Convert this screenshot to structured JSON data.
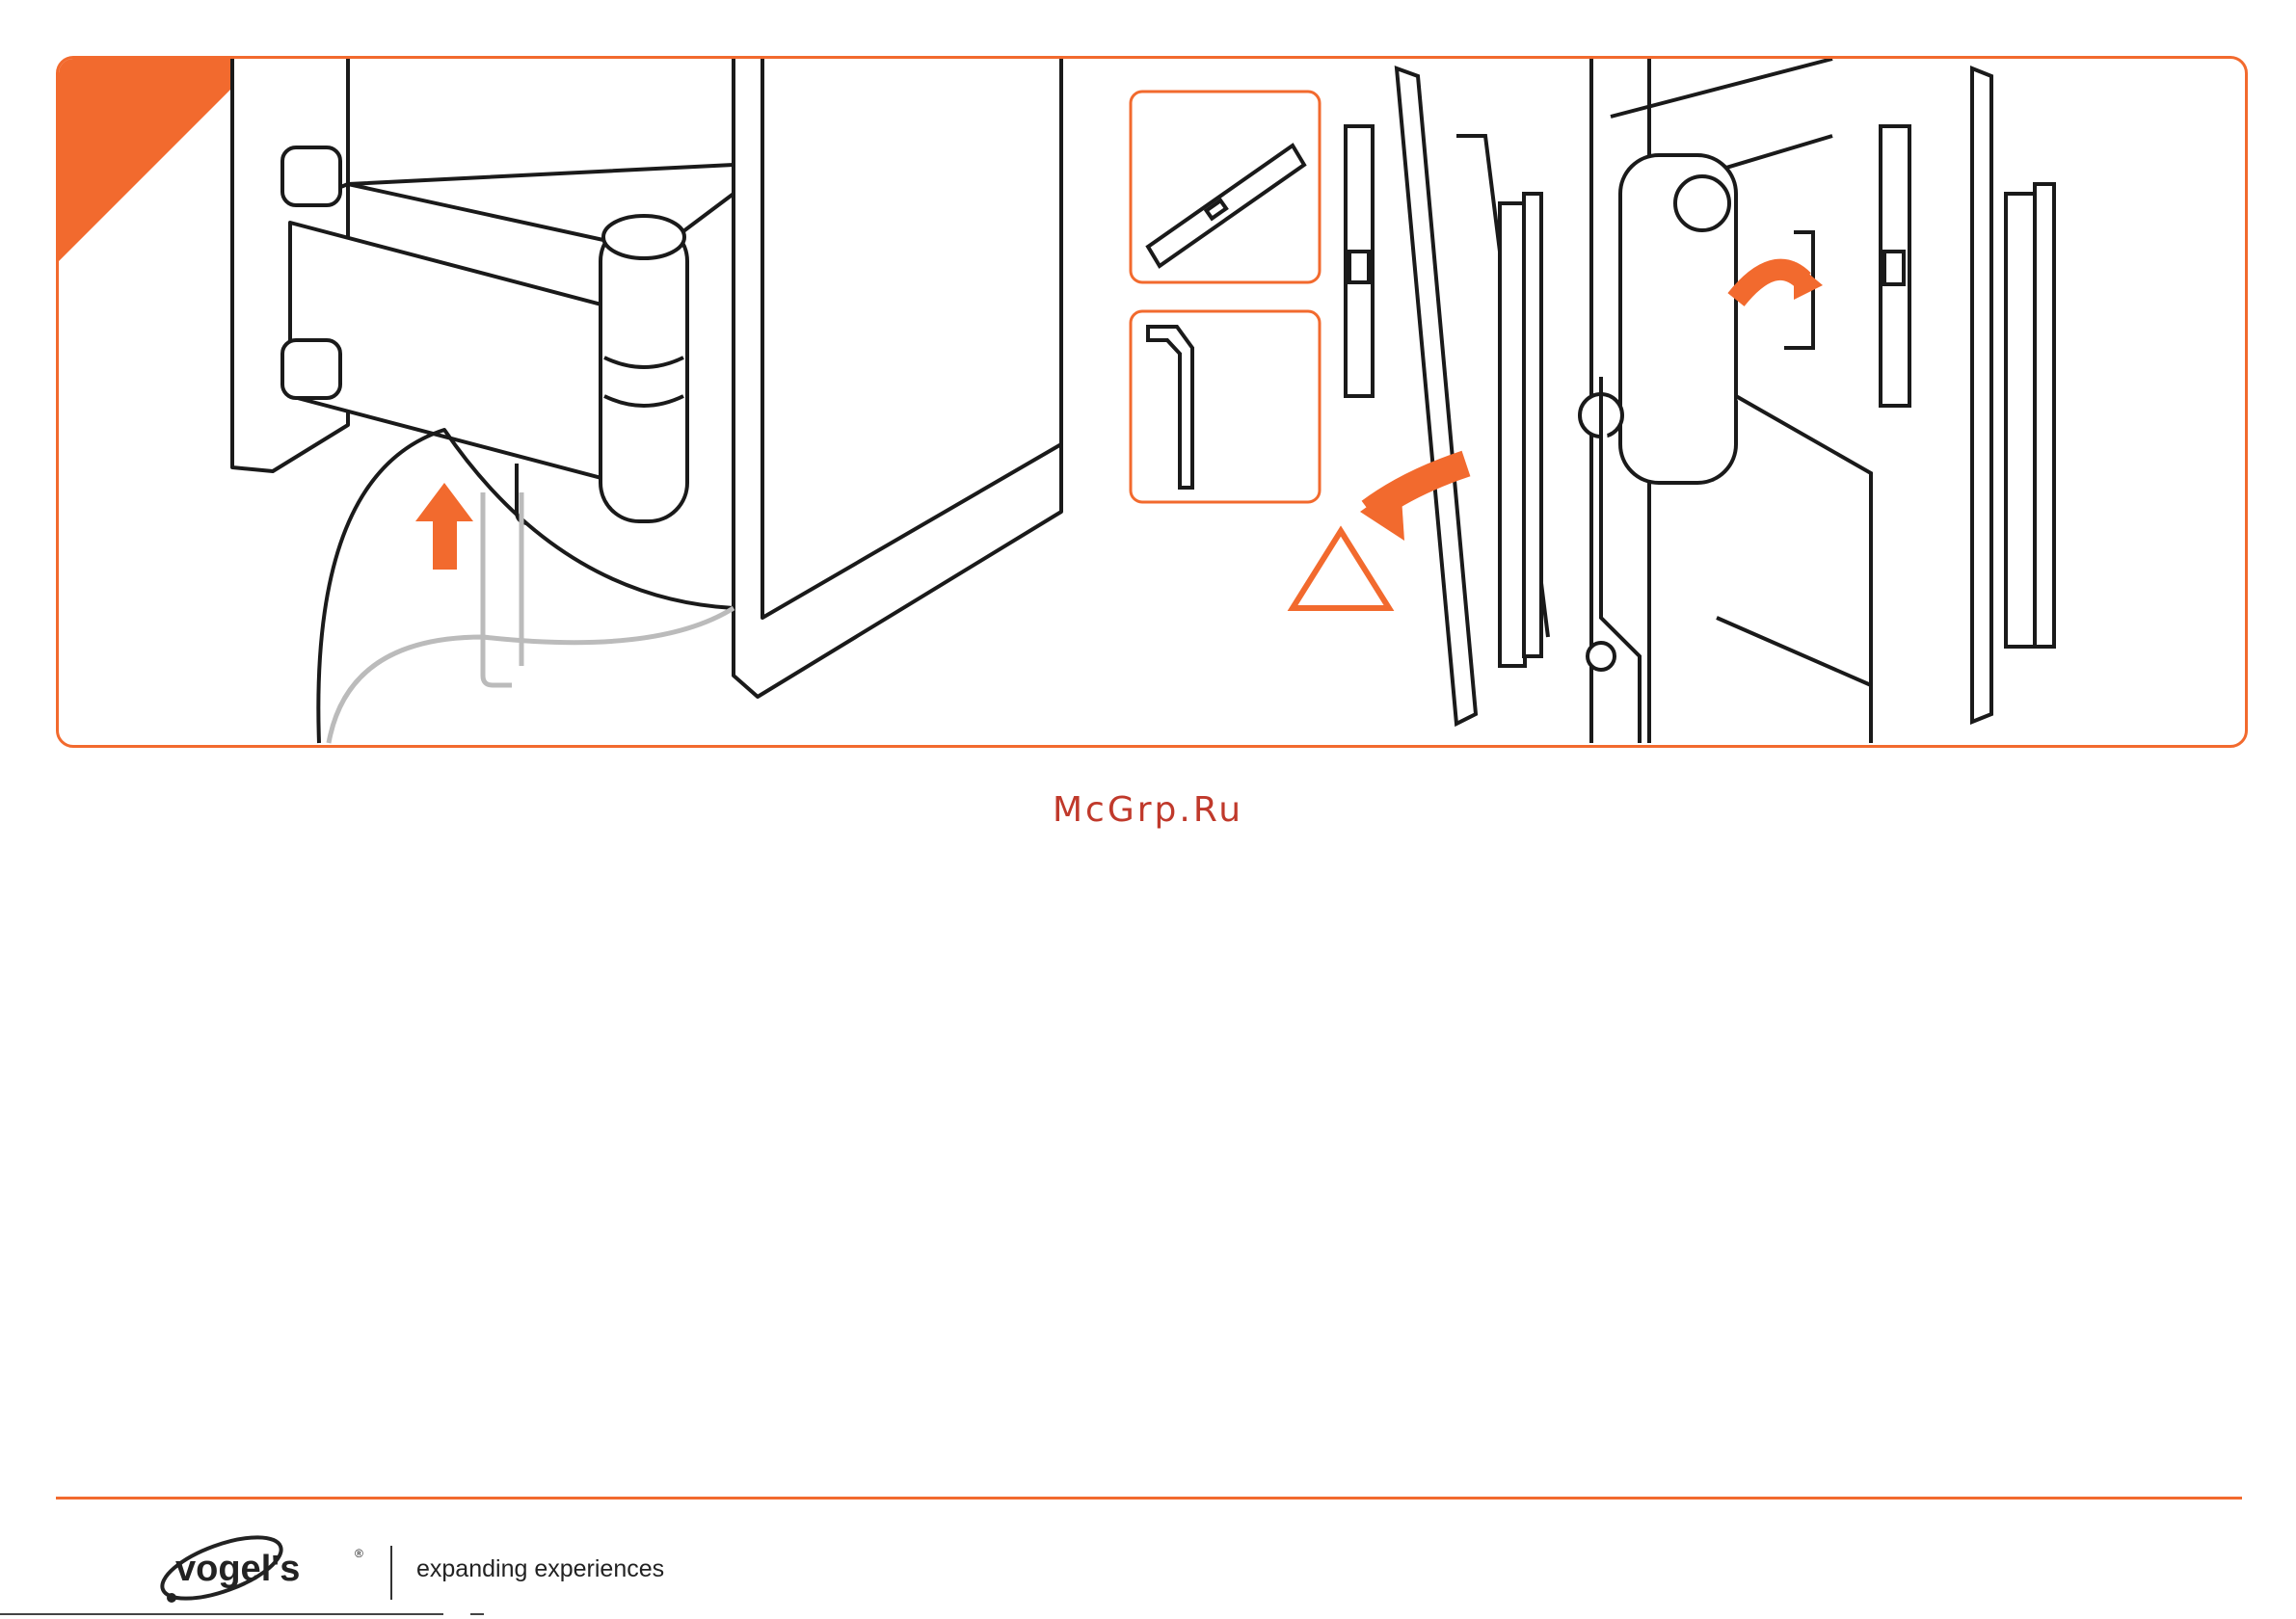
{
  "watermark": {
    "text": "McGrp.Ru"
  },
  "footer": {
    "brand": "vogel's",
    "registered_mark": "®",
    "tagline": "expanding experiences"
  },
  "colors": {
    "accent": "#f26a2e",
    "line": "#1a1a1a",
    "light_line": "#bbbbbb",
    "watermark": "#c0392b"
  },
  "icons": [
    "spirit-level-icon",
    "hex-key-icon",
    "warning-triangle-icon",
    "rotate-arrow-icon",
    "up-arrow-icon"
  ]
}
